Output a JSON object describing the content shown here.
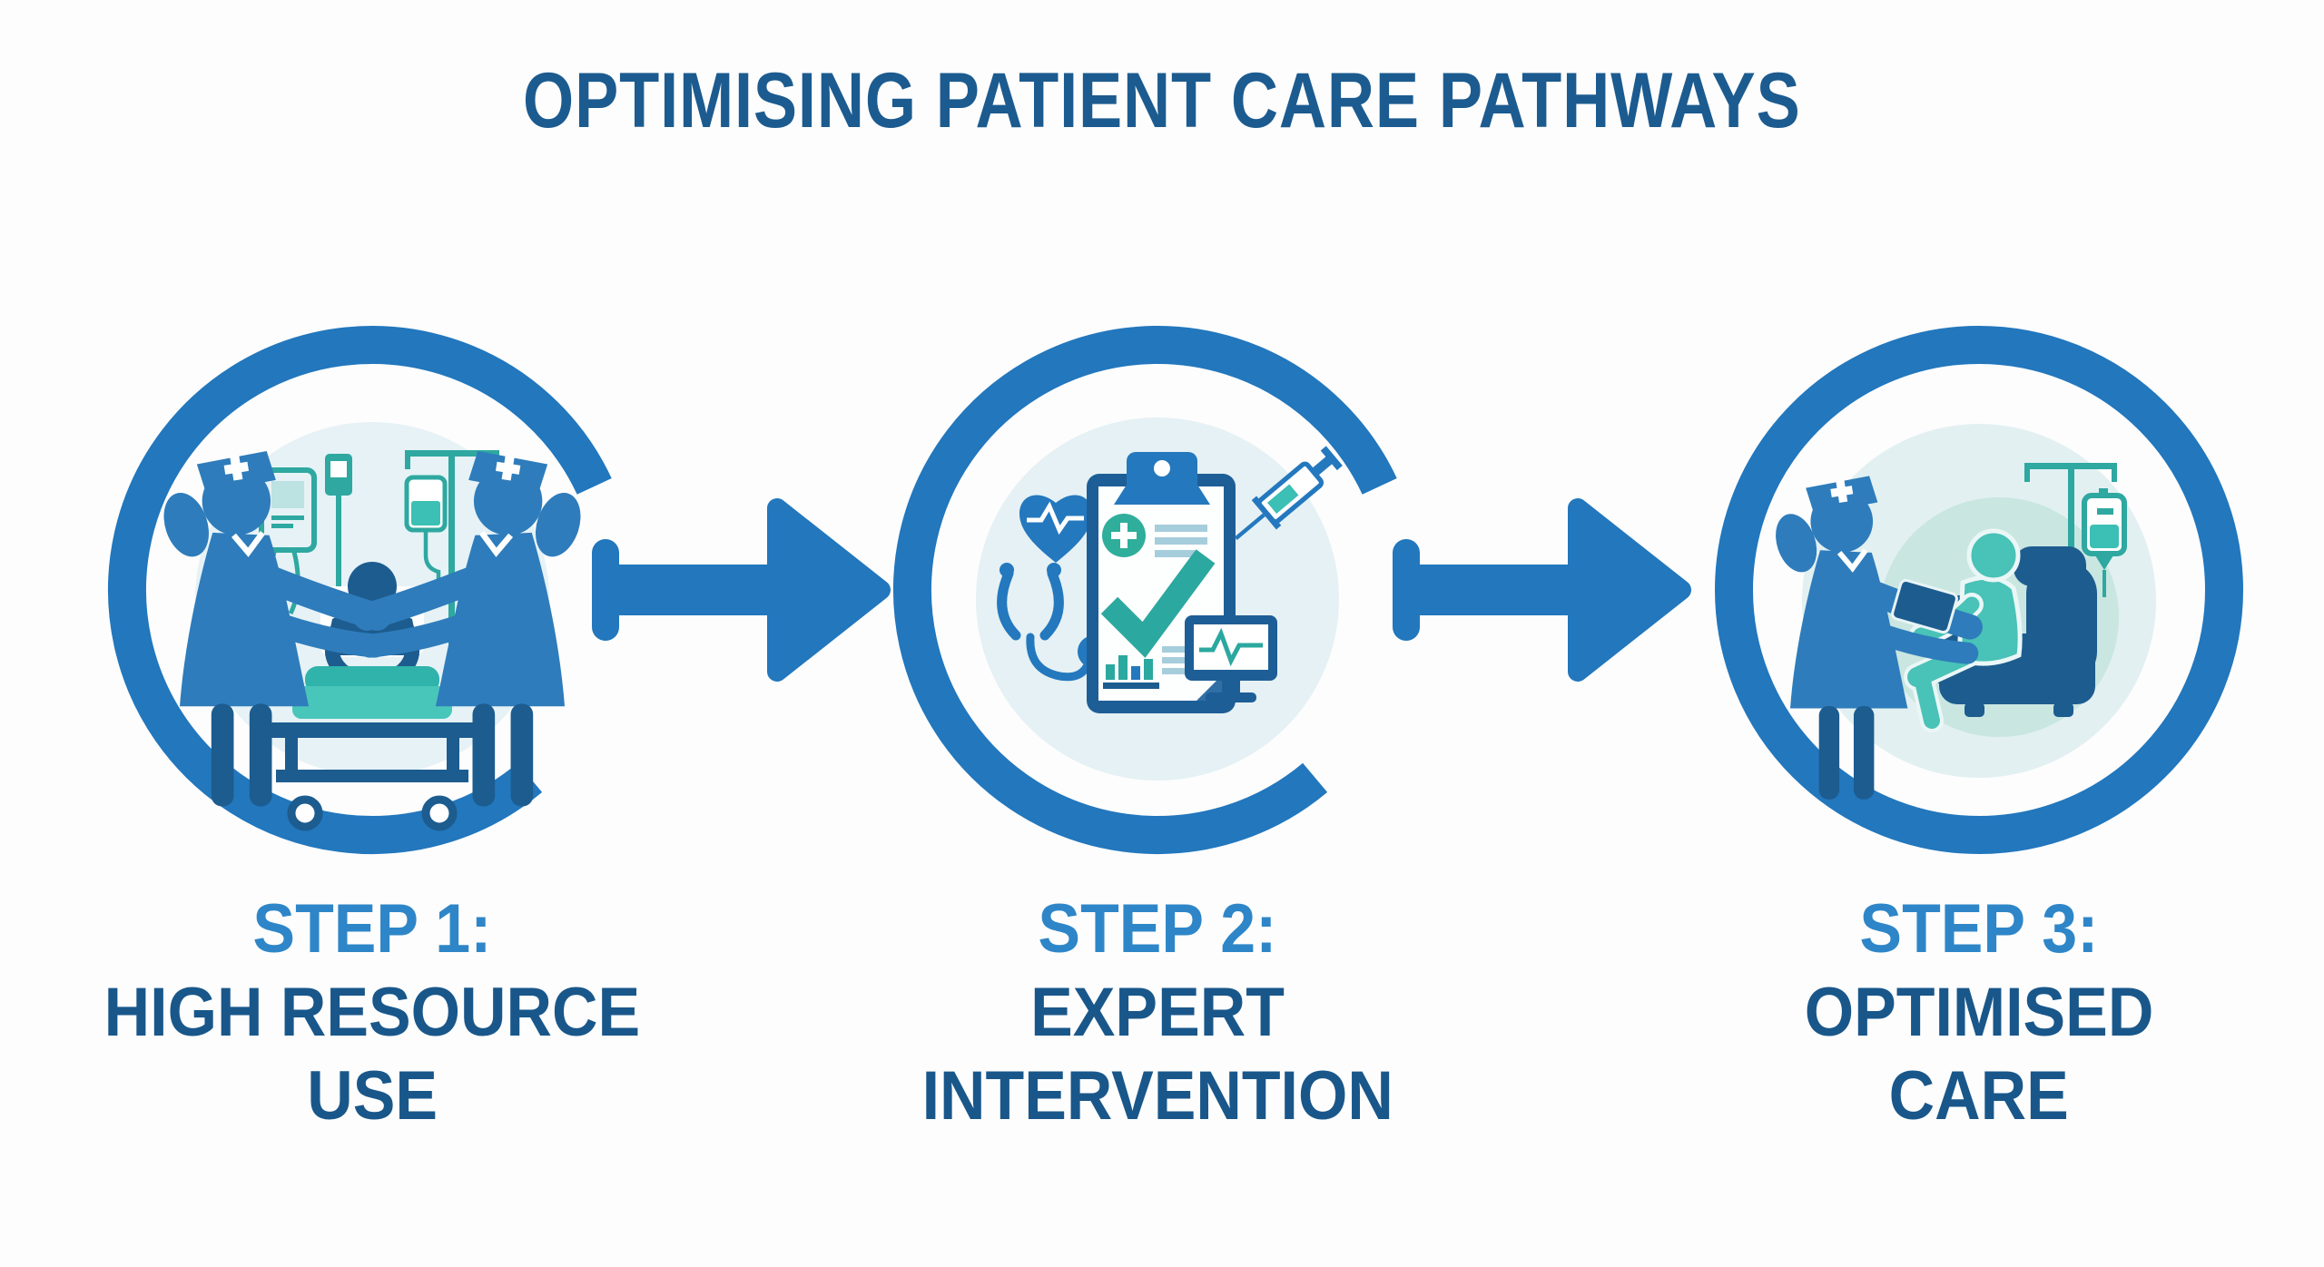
{
  "title": "OPTIMISING PATIENT CARE PATHWAYS",
  "steps": [
    {
      "step_label": "STEP 1:",
      "line1": "HIGH RESOURCE",
      "line2": "USE",
      "icon": "nurses-hospital-bed-scene"
    },
    {
      "step_label": "STEP 2:",
      "line1": "EXPERT",
      "line2": "INTERVENTION",
      "icon": "clipboard-check-scene"
    },
    {
      "step_label": "STEP 3:",
      "line1": "OPTIMISED",
      "line2": "CARE",
      "icon": "nurse-patient-armchair-scene"
    }
  ],
  "connectors": [
    {
      "from": 1,
      "to": 2,
      "icon": "arrow-right-icon"
    },
    {
      "from": 2,
      "to": 3,
      "icon": "arrow-right-icon"
    }
  ],
  "icons": {
    "step1": [
      "nurse-icon",
      "patient-icon",
      "hospital-bed-icon",
      "iv-drip-icon",
      "infusion-pump-icon",
      "vitals-device-icon"
    ],
    "step2": [
      "heart-ecg-icon",
      "stethoscope-icon",
      "clipboard-check-icon",
      "medical-cross-icon",
      "syringe-icon",
      "ecg-monitor-icon",
      "bar-chart-icon"
    ],
    "step3": [
      "nurse-tablet-icon",
      "patient-armchair-icon",
      "iv-stand-icon"
    ]
  },
  "colors": {
    "ring_blue": "#2277BD",
    "figure_blue": "#2E7CBB",
    "dark_blue": "#1D5C8F",
    "clipboard_navy": "#1E5E96",
    "teal": "#2EA8A0",
    "teal_light": "#3CBFB4",
    "check_teal": "#2BA89F",
    "inner_bg_blue": "#E6F2F6",
    "inner_bg_teal": "#E2F0F2",
    "title_navy": "#1C5B8F",
    "step_light_blue": "#2E86C8",
    "step_dark_blue": "#19578A"
  }
}
